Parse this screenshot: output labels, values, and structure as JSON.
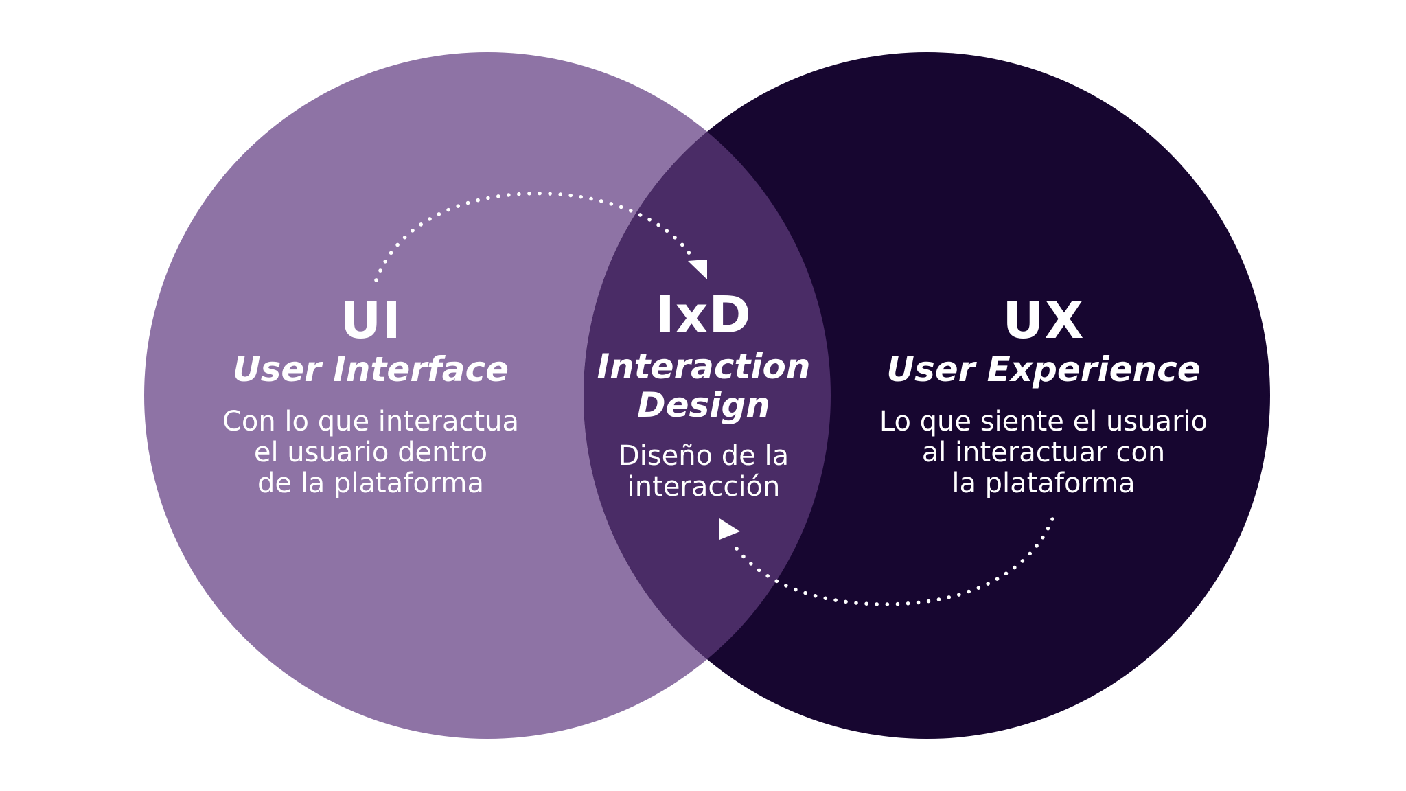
{
  "colors": {
    "background": "#ffffff",
    "ui_circle": "#8e73a5",
    "ux_circle": "#170630",
    "overlap": "#4a2c66",
    "text": "#ffffff",
    "arrow": "#ffffff"
  },
  "ui": {
    "abbr": "UI",
    "name": "User Interface",
    "desc_lines": [
      "Con lo que interactua",
      "el usuario dentro",
      "de la plataforma"
    ]
  },
  "ixd": {
    "abbr": "IxD",
    "name_lines": [
      "Interaction",
      "Design"
    ],
    "desc_lines": [
      "Diseño de la",
      "interacción"
    ]
  },
  "ux": {
    "abbr": "UX",
    "name": "User Experience",
    "desc_lines": [
      "Lo que siente el usuario",
      "al interactuar con",
      "la plataforma"
    ]
  },
  "arrows": [
    {
      "from": "ui",
      "to": "ixd",
      "style": "dotted"
    },
    {
      "from": "ux",
      "to": "ixd",
      "style": "dotted"
    }
  ]
}
